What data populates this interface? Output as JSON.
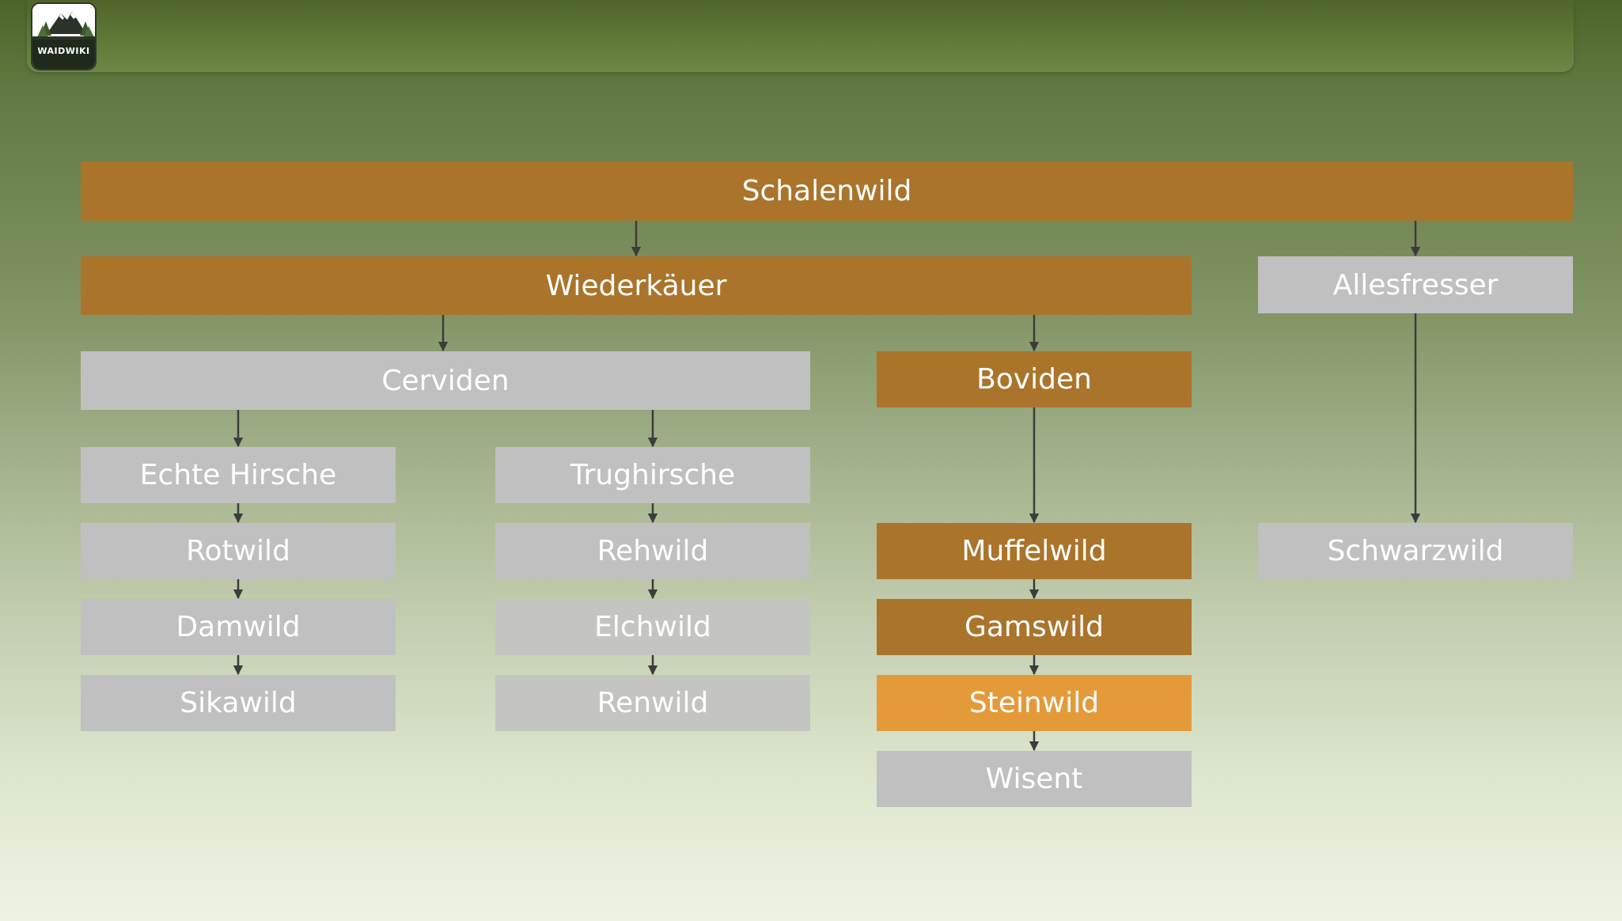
{
  "logo": {
    "text": "WAIDWIKI"
  },
  "colors": {
    "orange": "#ab742b",
    "highlight": "#e59a3a",
    "gray": "#c0c0c0",
    "gray_light": "#c4c5c1",
    "connector": "#3c3c3c"
  },
  "diagram": {
    "root": "Schalenwild",
    "level1": {
      "left": "Wiederkäuer",
      "right": "Allesfresser"
    },
    "level2": {
      "cerviden": "Cerviden",
      "boviden": "Boviden"
    },
    "groups": {
      "echte_hirsche": "Echte Hirsche",
      "trughirsche": "Trughirsche"
    },
    "echte_hirsche_list": [
      "Rotwild",
      "Damwild",
      "Sikawild"
    ],
    "trughirsche_list": [
      "Rehwild",
      "Elchwild",
      "Renwild"
    ],
    "boviden_list": [
      "Muffelwild",
      "Gamswild",
      "Steinwild",
      "Wisent"
    ],
    "allesfresser_list": [
      "Schwarzwild"
    ]
  }
}
